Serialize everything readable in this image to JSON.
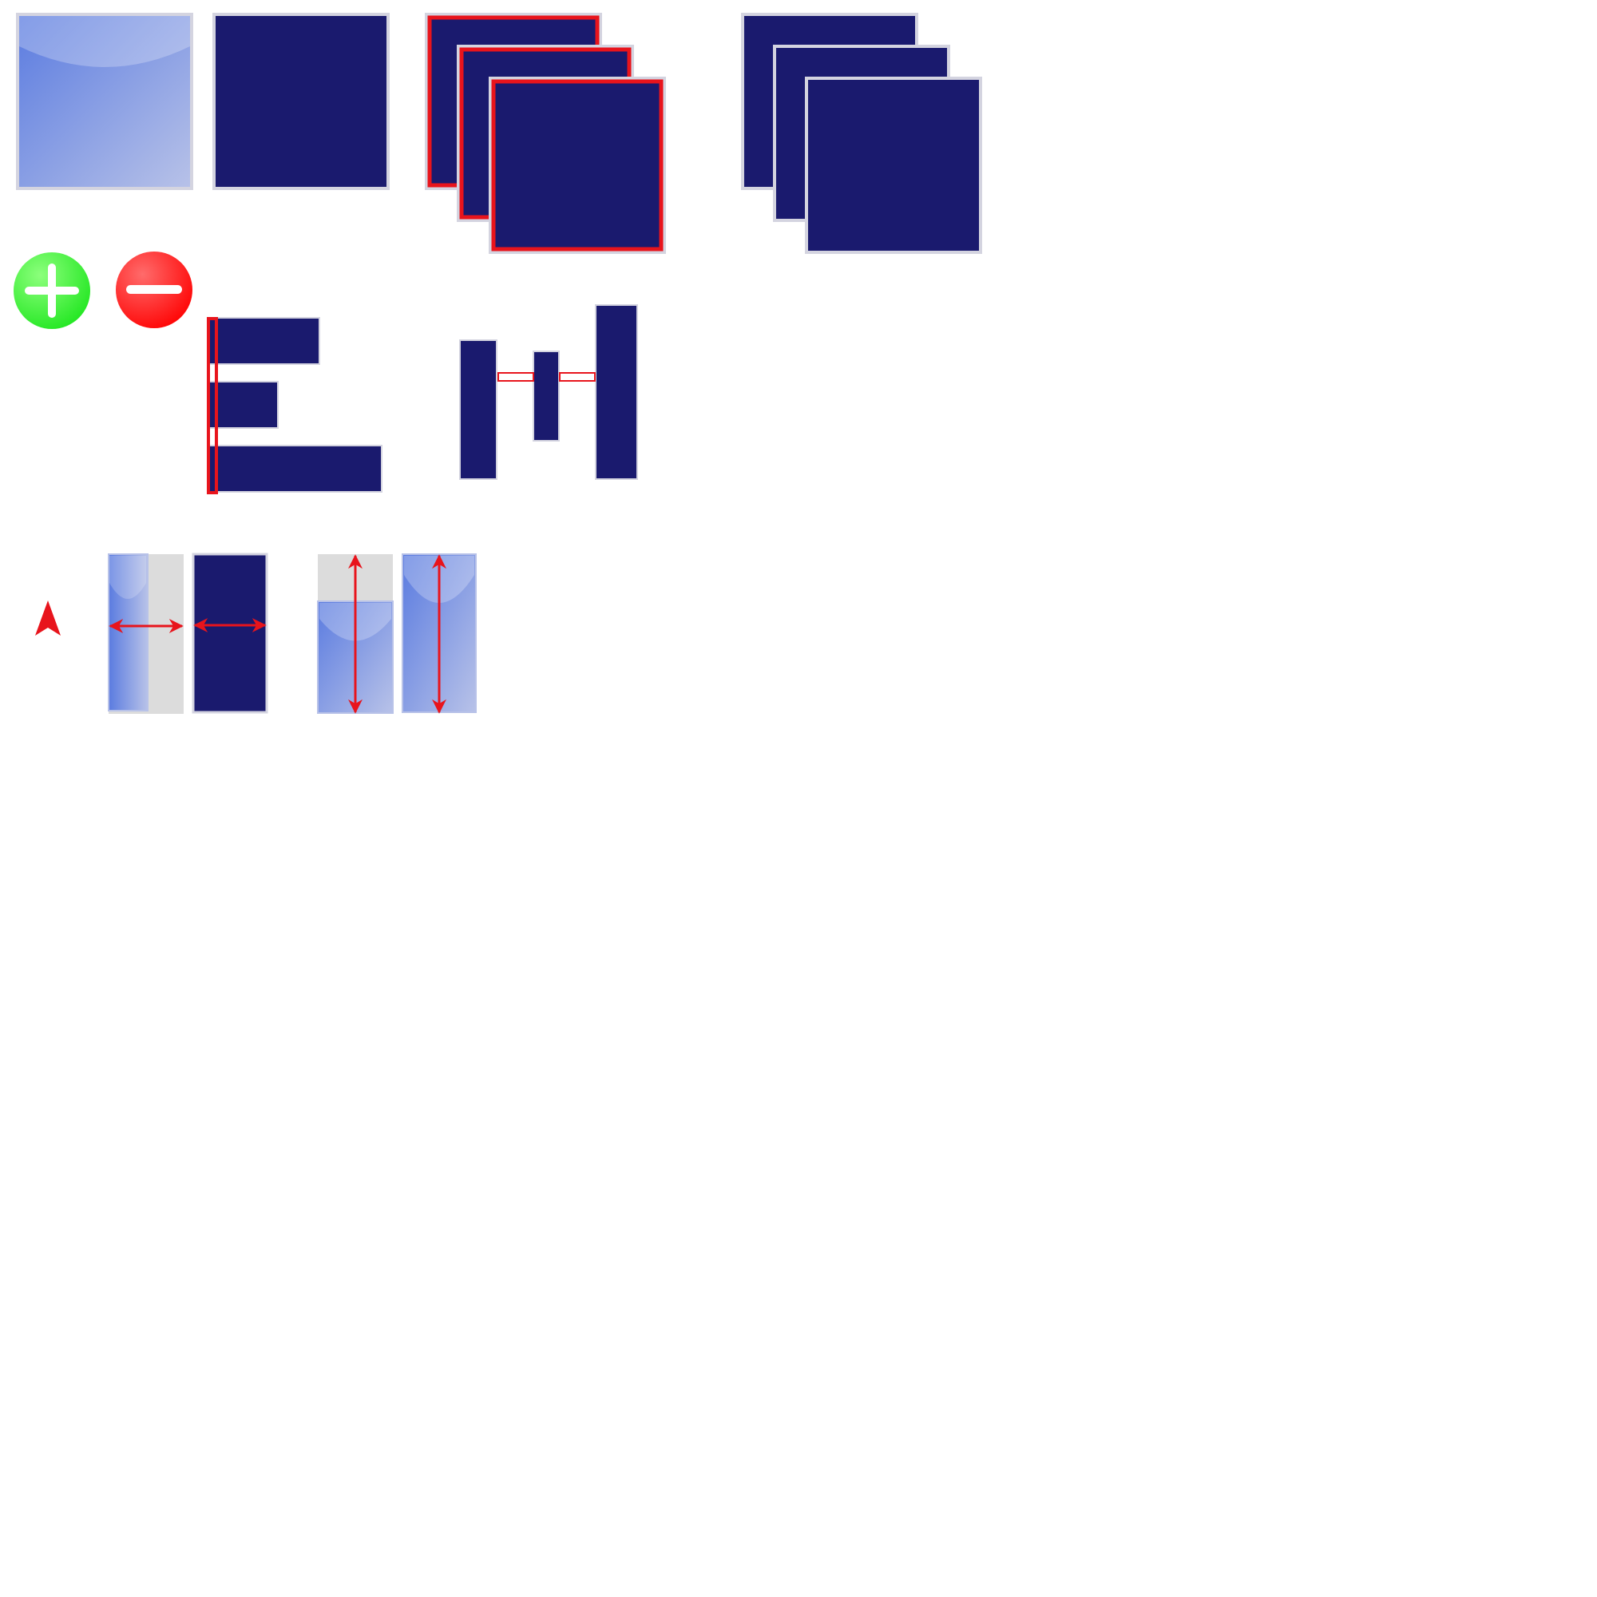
{
  "colors": {
    "navy": "#1a1a6e",
    "tile_border": "#d4d4e0",
    "selection_red": "#e8141c",
    "track_gray": "#dcdcdc",
    "glossy_blue_from": "#5a7be0",
    "glossy_blue_to": "#b8c2e8",
    "add_green_light": "#8cff7c",
    "add_green_dark": "#1ee61e",
    "remove_red_light": "#ff6b6b",
    "remove_red_dark": "#ff0000",
    "white": "#ffffff"
  },
  "sprites": {
    "tile_glossy": {
      "icon": "glossy-blue-tile"
    },
    "tile_solid": {
      "icon": "solid-navy-tile"
    },
    "stack_selected": {
      "icon": "stacked-tiles-selected",
      "count": 3
    },
    "stack_plain": {
      "icon": "stacked-tiles",
      "count": 3
    },
    "add_button": {
      "icon": "plus-circle-icon"
    },
    "remove_button": {
      "icon": "minus-circle-icon"
    },
    "align_left": {
      "icon": "align-left-icon",
      "bars": 3
    },
    "distribute_horizontal": {
      "icon": "distribute-horizontal-icon",
      "bars": 3
    },
    "cursor": {
      "icon": "arrow-cursor-icon"
    },
    "resize_width_glossy": {
      "icon": "resize-width-glossy-icon",
      "fill": 0.52
    },
    "resize_width_solid": {
      "icon": "resize-width-solid-icon",
      "fill": 1.0
    },
    "resize_height_glossy": {
      "icon": "resize-height-glossy-icon",
      "fill": 0.7
    },
    "resize_height_full": {
      "icon": "resize-height-full-icon",
      "fill": 1.0
    }
  }
}
